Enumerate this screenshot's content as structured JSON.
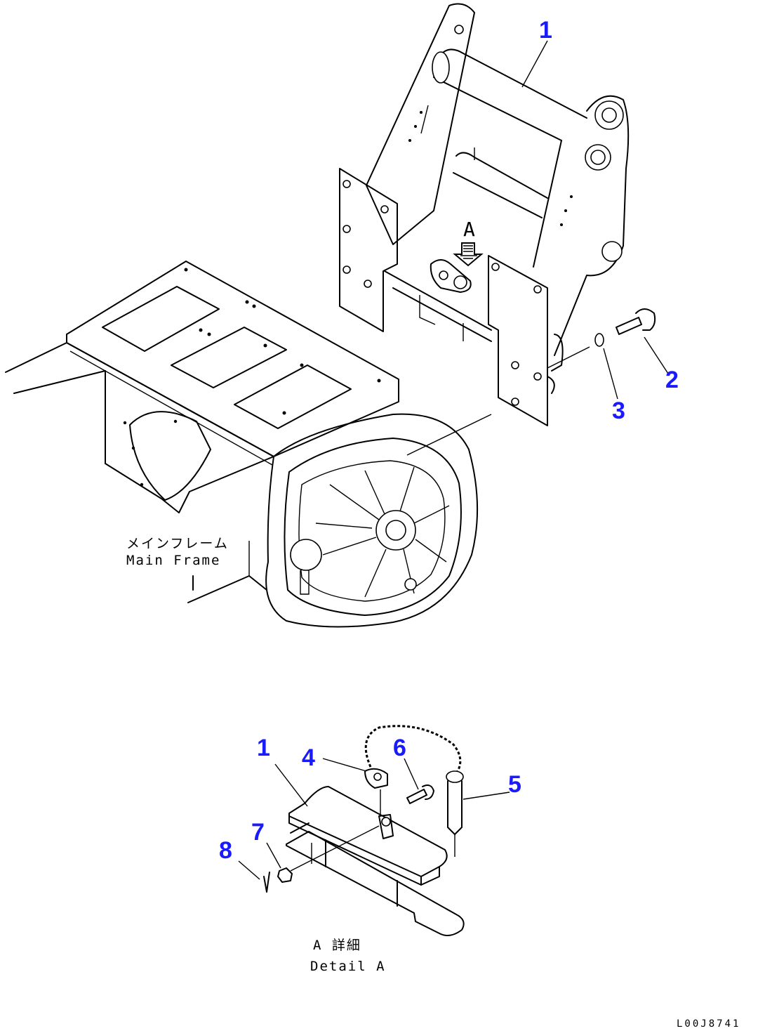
{
  "callouts": {
    "c1_top": "1",
    "c2": "2",
    "c3": "3",
    "c1_detail": "1",
    "c4": "4",
    "c5": "5",
    "c6": "6",
    "c7": "7",
    "c8": "8"
  },
  "view_arrow_label": "A",
  "main_frame": {
    "label_jp": "メインフレーム",
    "label_en": "Main Frame"
  },
  "detail": {
    "label_jp": "A 詳細",
    "label_en": "Detail A"
  },
  "drawing_code": "L00J8741",
  "colors": {
    "callout": "#1a1aff",
    "line": "#000000",
    "background": "#ffffff"
  }
}
